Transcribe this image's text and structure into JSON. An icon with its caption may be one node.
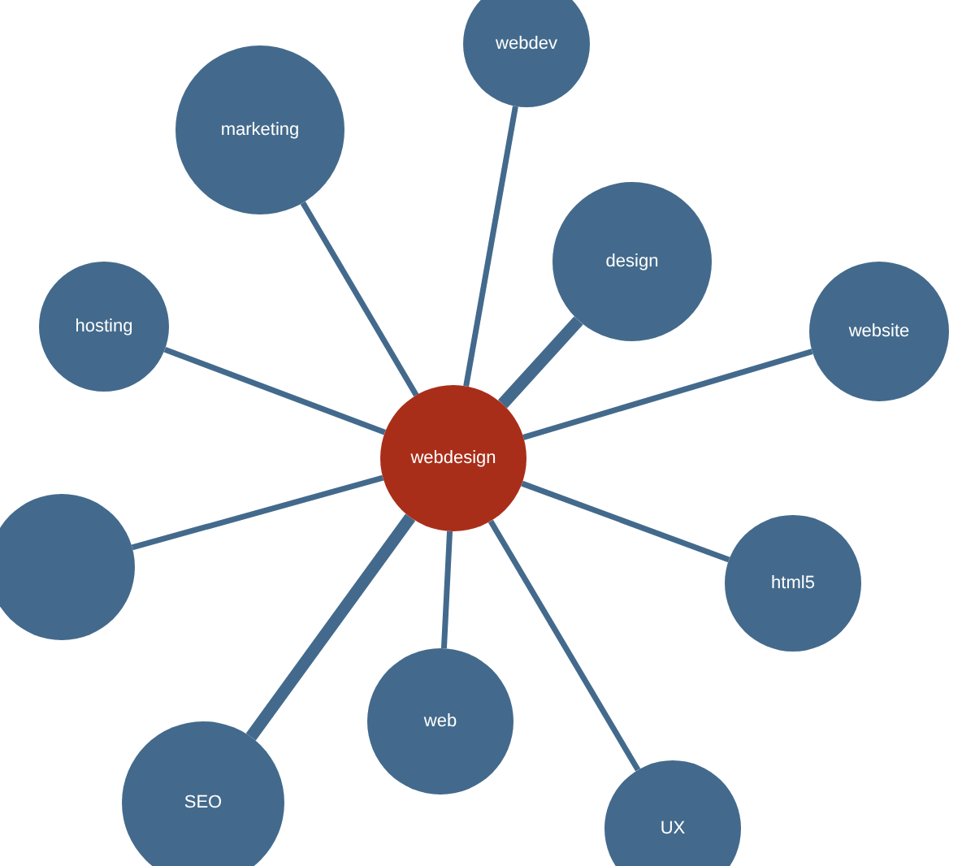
{
  "diagram": {
    "nodes": [
      {
        "text": [
          "webdesign"
        ]
      },
      {
        "text": [
          "webdev"
        ]
      },
      {
        "text": [
          "marketing"
        ]
      },
      {
        "text": [
          "design"
        ]
      },
      {
        "text": [
          "hosting"
        ]
      },
      {
        "text": [
          "website"
        ]
      },
      {
        "text": [],
        "shape": "circle"
      },
      {
        "text": [
          "html5"
        ]
      },
      {
        "text": [
          "web"
        ]
      },
      {
        "text": [
          "SEO"
        ]
      },
      {
        "text": [
          "UX"
        ]
      }
    ],
    "edges": [
      {
        "from": 0,
        "to": 1,
        "arrow": "none"
      },
      {
        "from": 0,
        "to": 2,
        "arrow": "none"
      },
      {
        "from": 0,
        "to": 3,
        "arrow": "none",
        "style": "thick"
      },
      {
        "from": 0,
        "to": 4,
        "arrow": "none"
      },
      {
        "from": 0,
        "to": 5,
        "arrow": "none"
      },
      {
        "from": 0,
        "to": 6,
        "arrow": "none"
      },
      {
        "from": 0,
        "to": 7,
        "arrow": "none"
      },
      {
        "from": 0,
        "to": 8,
        "arrow": "none"
      },
      {
        "from": 0,
        "to": 9,
        "arrow": "none",
        "style": "thick"
      },
      {
        "from": 0,
        "to": 10,
        "arrow": "none"
      }
    ]
  }
}
